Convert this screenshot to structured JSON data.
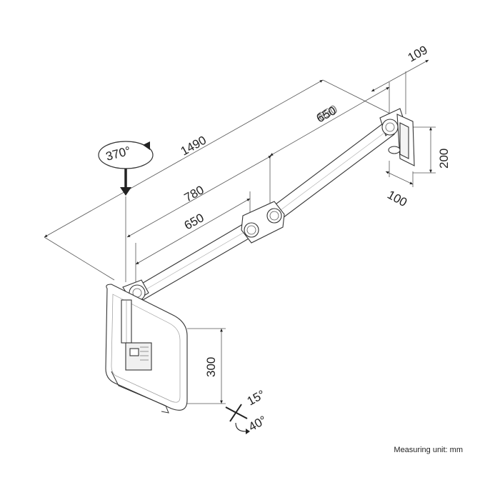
{
  "labels": {
    "total_reach": "1490",
    "arm_upper": "650",
    "arm_upper_overlay": "650",
    "reach_780": "780",
    "arm_lower": "650",
    "depth_109": "109",
    "wall_height": "200",
    "wall_width": "100",
    "rotation": "370°",
    "screen_height": "300",
    "tilt_up": "15°",
    "tilt_down": "40°"
  },
  "footnote": "Measuring unit: mm"
}
